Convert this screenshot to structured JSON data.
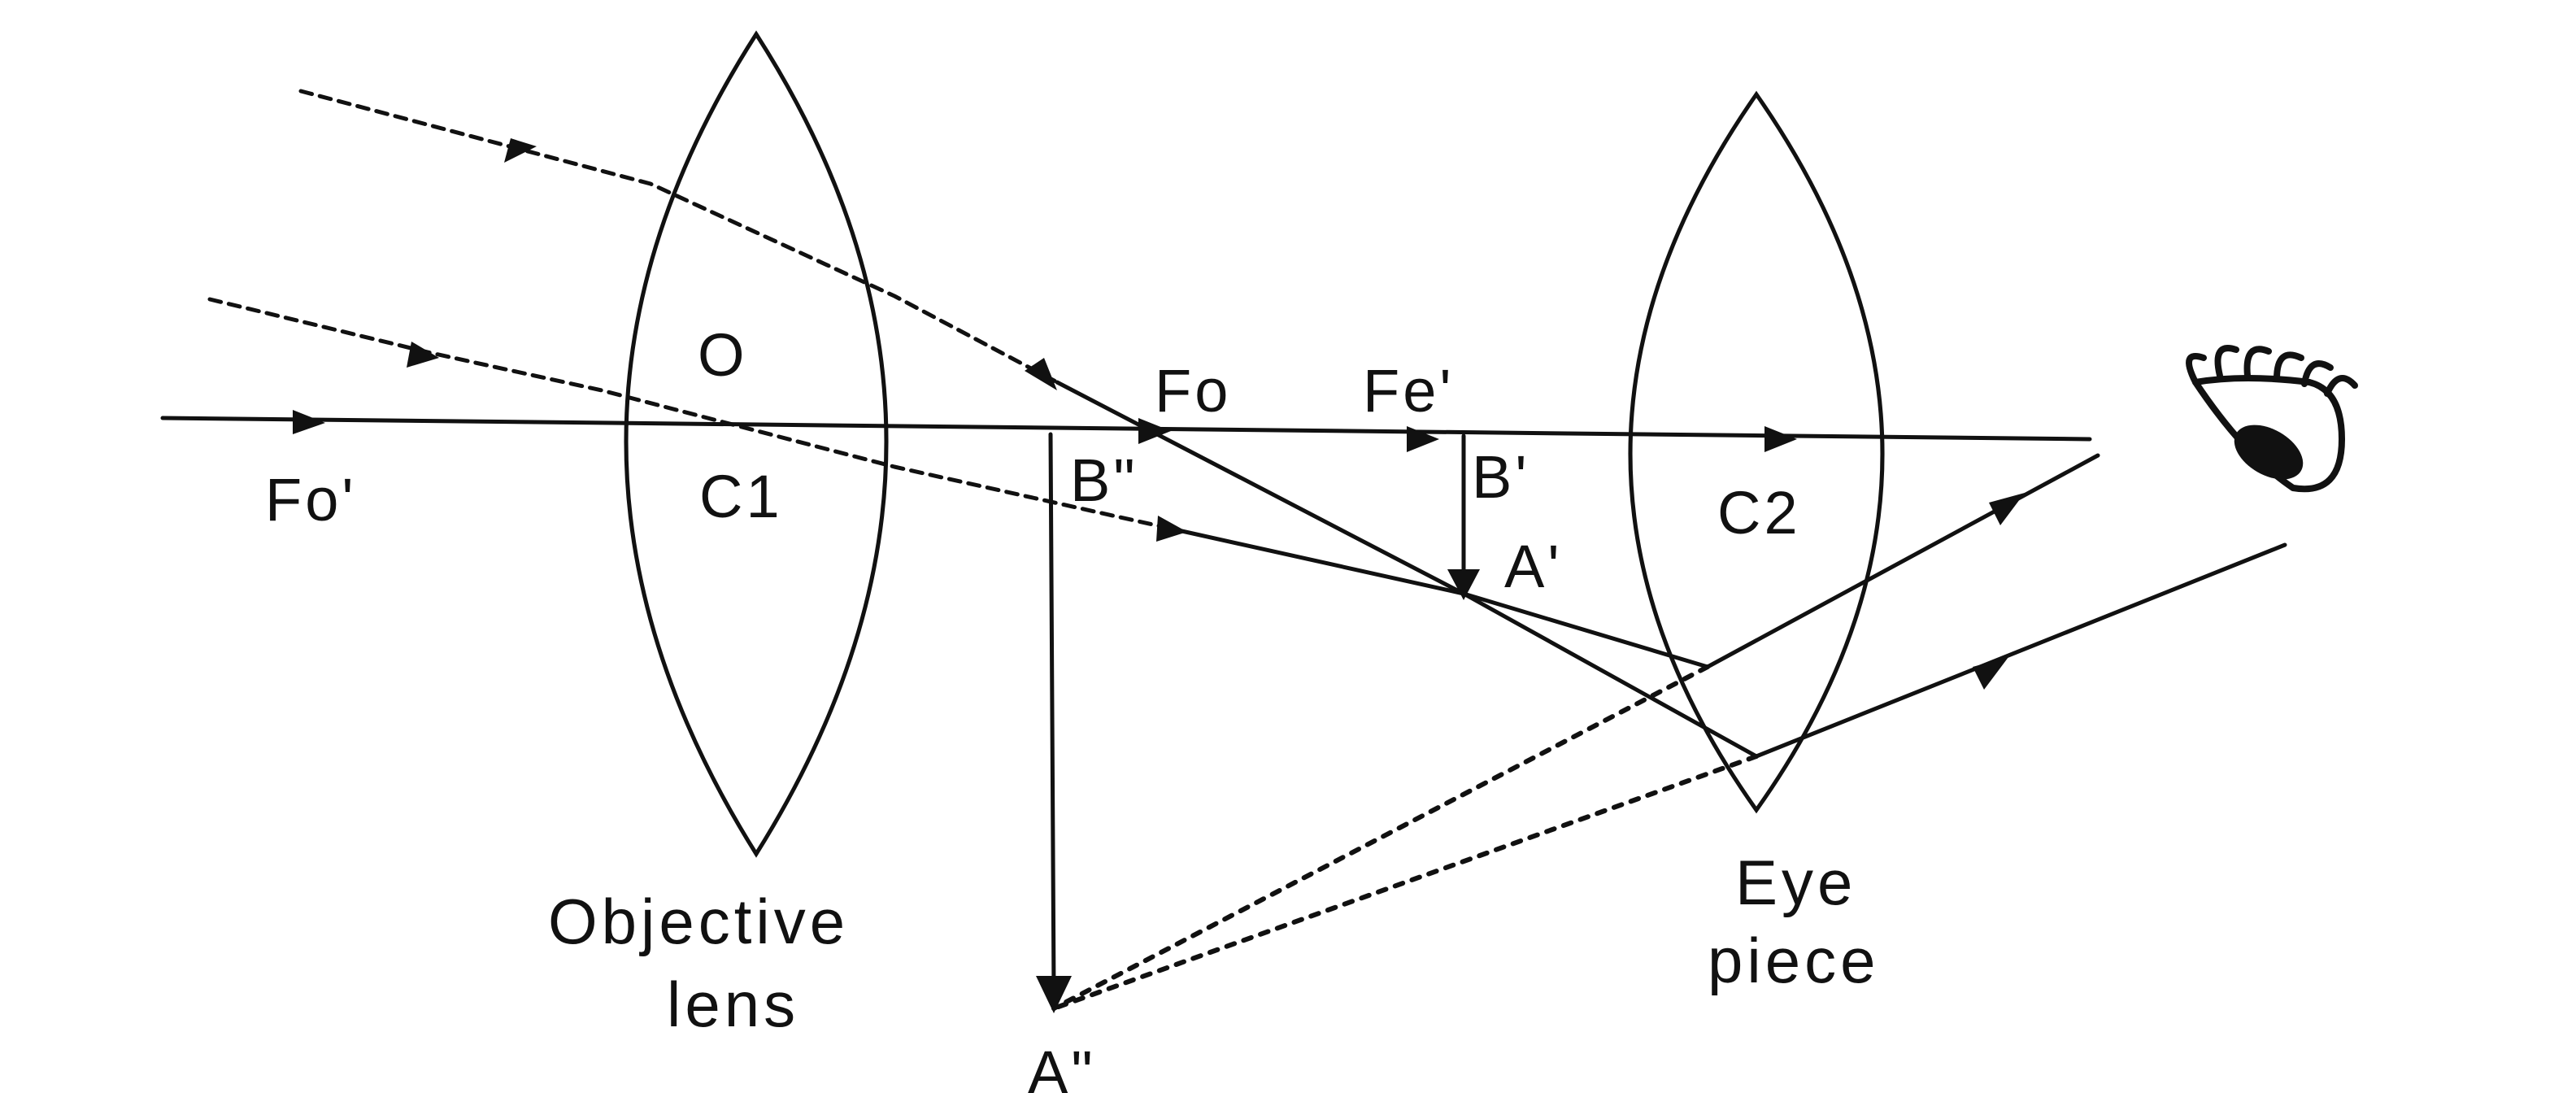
{
  "labels": {
    "objective_center": "O",
    "c1": "C1",
    "c2": "C2",
    "fo_prime": "Fo'",
    "fo": "Fo",
    "fe_prime": "Fe'",
    "b_prime": "B'",
    "a_prime": "A'",
    "b_double_prime": "B\"",
    "a_double_prime": "A\"",
    "objective_lens_line1": "Objective",
    "objective_lens_line2": "lens",
    "eyepiece_line1": "Eye",
    "eyepiece_line2": "piece"
  },
  "icons": {
    "eye": "eye-icon"
  }
}
